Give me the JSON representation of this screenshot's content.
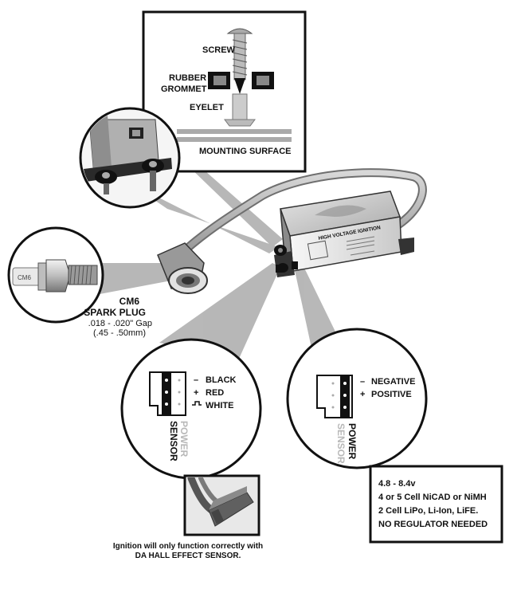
{
  "mounting": {
    "screw": "SCREW",
    "rubber": "RUBBER",
    "grommet": "GROMMET",
    "eyelet": "EYELET",
    "surface": "MOUNTING SURFACE"
  },
  "module": {
    "title": "HIGH VOLTAGE IGNITION"
  },
  "spark_plug": {
    "model": "CM6",
    "name": "SPARK PLUG",
    "gap_in": ".018 - .020\" Gap",
    "gap_mm": "(.45 - .50mm)"
  },
  "sensor_connector": {
    "pins": [
      {
        "symbol": "–",
        "label": "BLACK"
      },
      {
        "symbol": "+",
        "label": "RED"
      },
      {
        "symbol": "⌐",
        "label": "WHITE"
      }
    ],
    "active_port": "SENSOR",
    "inactive_port": "POWER"
  },
  "power_connector": {
    "pins": [
      {
        "symbol": "–",
        "label": "NEGATIVE"
      },
      {
        "symbol": "+",
        "label": "POSITIVE"
      }
    ],
    "active_port": "POWER",
    "inactive_port": "SENSOR"
  },
  "battery_spec": {
    "lines": [
      "4.8 - 8.4v",
      "4 or 5 Cell NiCAD or NiMH",
      "2 Cell LiPo, Li-Ion, LiFE.",
      "NO REGULATOR NEEDED"
    ]
  },
  "footer_note": {
    "line1": "Ignition will only function correctly with",
    "line2": "DA HALL EFFECT SENSOR."
  }
}
